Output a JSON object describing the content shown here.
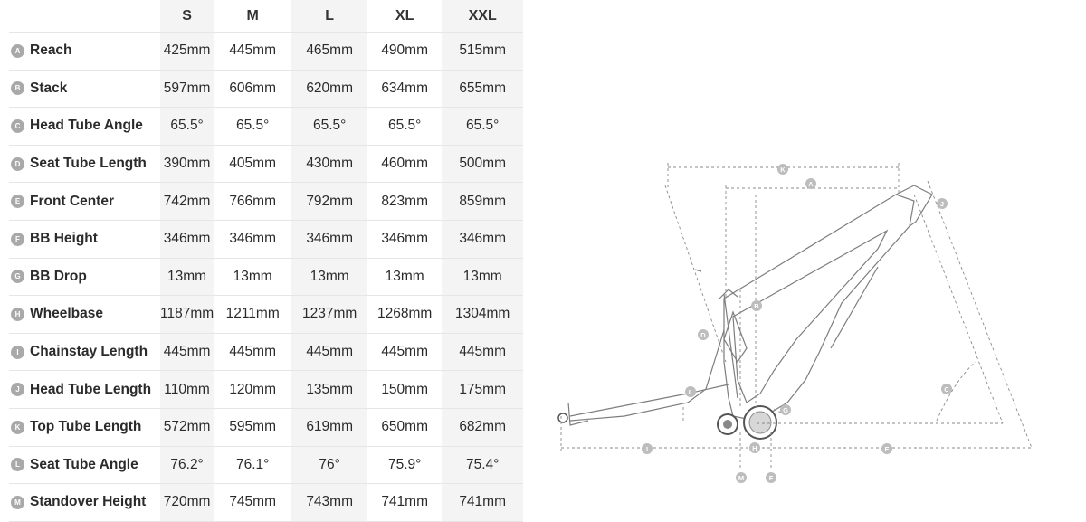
{
  "sizes": [
    "S",
    "M",
    "L",
    "XL",
    "XXL"
  ],
  "rows": [
    {
      "letter": "A",
      "label": "Reach",
      "values": [
        "425mm",
        "445mm",
        "465mm",
        "490mm",
        "515mm"
      ]
    },
    {
      "letter": "B",
      "label": "Stack",
      "values": [
        "597mm",
        "606mm",
        "620mm",
        "634mm",
        "655mm"
      ]
    },
    {
      "letter": "C",
      "label": "Head Tube Angle",
      "values": [
        "65.5°",
        "65.5°",
        "65.5°",
        "65.5°",
        "65.5°"
      ]
    },
    {
      "letter": "D",
      "label": "Seat Tube Length",
      "values": [
        "390mm",
        "405mm",
        "430mm",
        "460mm",
        "500mm"
      ]
    },
    {
      "letter": "E",
      "label": "Front Center",
      "values": [
        "742mm",
        "766mm",
        "792mm",
        "823mm",
        "859mm"
      ]
    },
    {
      "letter": "F",
      "label": "BB Height",
      "values": [
        "346mm",
        "346mm",
        "346mm",
        "346mm",
        "346mm"
      ]
    },
    {
      "letter": "G",
      "label": "BB Drop",
      "values": [
        "13mm",
        "13mm",
        "13mm",
        "13mm",
        "13mm"
      ]
    },
    {
      "letter": "H",
      "label": "Wheelbase",
      "values": [
        "1187mm",
        "1211mm",
        "1237mm",
        "1268mm",
        "1304mm"
      ]
    },
    {
      "letter": "I",
      "label": "Chainstay Length",
      "values": [
        "445mm",
        "445mm",
        "445mm",
        "445mm",
        "445mm"
      ]
    },
    {
      "letter": "J",
      "label": "Head Tube Length",
      "values": [
        "110mm",
        "120mm",
        "135mm",
        "150mm",
        "175mm"
      ]
    },
    {
      "letter": "K",
      "label": "Top Tube Length",
      "values": [
        "572mm",
        "595mm",
        "619mm",
        "650mm",
        "682mm"
      ]
    },
    {
      "letter": "L",
      "label": "Seat Tube Angle",
      "values": [
        "76.2°",
        "76.1°",
        "76°",
        "75.9°",
        "75.4°"
      ]
    },
    {
      "letter": "M",
      "label": "Standover Height",
      "values": [
        "720mm",
        "745mm",
        "743mm",
        "741mm",
        "741mm"
      ]
    }
  ],
  "diagram_markers": [
    "K",
    "A",
    "J",
    "B",
    "D",
    "C",
    "L",
    "G",
    "H",
    "I",
    "E",
    "M",
    "F"
  ]
}
